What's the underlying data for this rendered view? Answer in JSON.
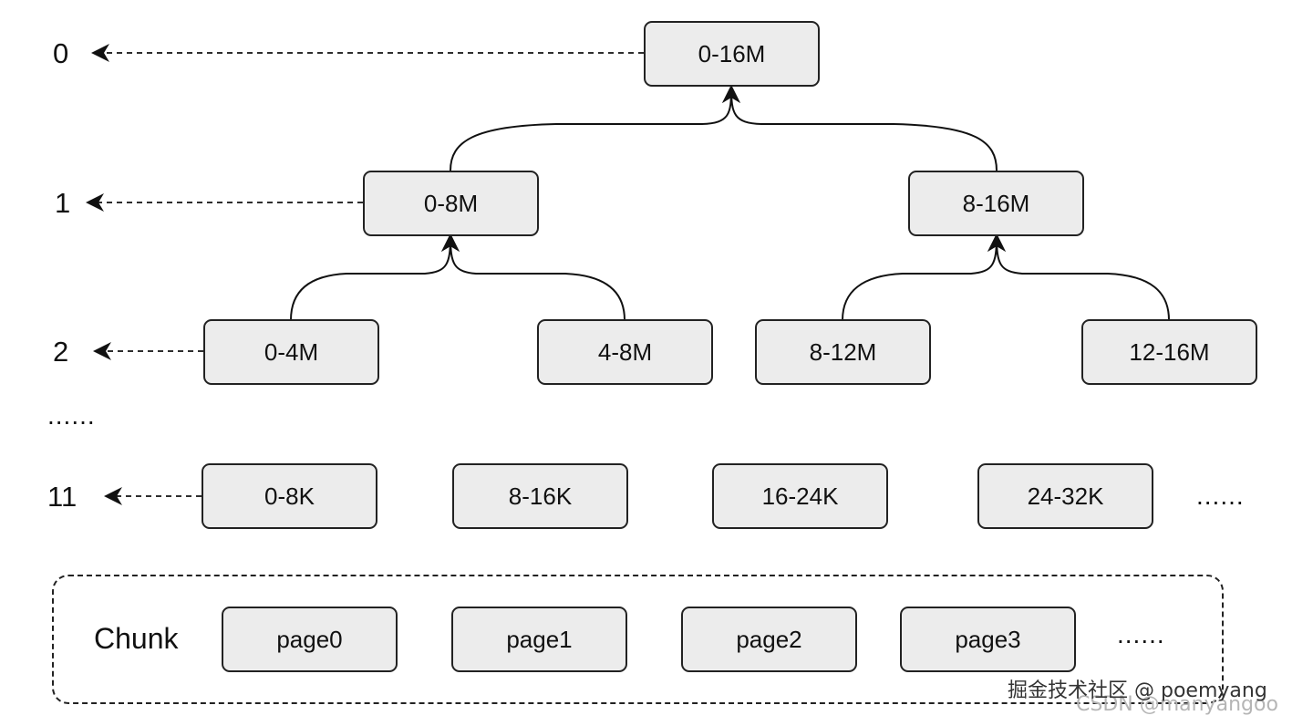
{
  "levels": {
    "l0": "0",
    "l1": "1",
    "l2": "2",
    "l11": "11"
  },
  "nodes": {
    "n0_16M": "0-16M",
    "n0_8M": "0-8M",
    "n8_16M": "8-16M",
    "n0_4M": "0-4M",
    "n4_8M": "4-8M",
    "n8_12M": "8-12M",
    "n12_16M": "12-16M",
    "n0_8K": "0-8K",
    "n8_16K": "8-16K",
    "n16_24K": "16-24K",
    "n24_32K": "24-32K"
  },
  "ellipsis": {
    "levels": "......",
    "row11": "......",
    "pages": "......"
  },
  "chunk": {
    "label": "Chunk",
    "pages": [
      "page0",
      "page1",
      "page2",
      "page3"
    ]
  },
  "watermark": {
    "primary": "掘金技术社区 @ poemyang",
    "secondary": "CSDN @manyangoo"
  }
}
